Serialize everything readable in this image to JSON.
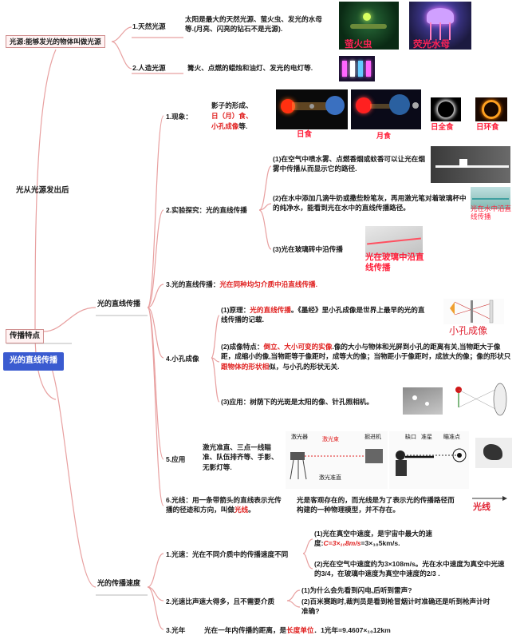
{
  "root": {
    "label": "光的直线传播"
  },
  "propagation_box": {
    "label": "传播特点"
  },
  "light_source": {
    "definition": "光源:能够发光的物体叫做光源",
    "natural": {
      "title": "1.天然光源",
      "text": "太阳是最大的天然光源、萤火虫、发光的水母等.(月亮、闪亮的钻石不是光源).",
      "img1_label": "萤火虫",
      "img2_label": "荧光水母"
    },
    "artificial": {
      "title": "2.人造光源",
      "text": "篝火、点燃的蜡烛和油灯、发光的电灯等."
    }
  },
  "travels_from_source": "光从光源发出后",
  "straight": {
    "title": "光的直线传播",
    "phenomena": {
      "title": "1.现象：",
      "line1": "影子的形成、",
      "line2": "日（月）食、",
      "line3a": "小孔成像",
      "line3b": "等.",
      "labels": [
        "日食",
        "月食",
        "日全食",
        "日环食"
      ]
    },
    "experiment": {
      "title": "2.实验探究：光的直线传播",
      "item1": "(1)在空气中喷水雾、点燃香烟或蚊香可以让光在烟雾中传播从而显示它的路径.",
      "item2": "(2)在水中添加几滴牛奶或撒些粉笔灰，再用激光笔对着玻璃杯中的纯净水，能看到光在水中的直线传播路径。",
      "item2_img_label": "光在水中沿直线传播",
      "item3": "(3)光在玻璃砖中沿传播",
      "item3_img_label": "光在玻璃中沿直线传播"
    },
    "law": {
      "prefix": "3.光的直线传播：",
      "text": "光在同种均匀介质中沿直线传播."
    },
    "pinhole": {
      "title": "4.小孔成像",
      "p1_prefix": "(1)原理：",
      "p1_red": "光的直线传播",
      "p1_rest": "。《墨经》里小孔成像是世界上最早的光的直线传播的记载.",
      "p1_img_label": "小孔成像",
      "p2_prefix": "(2)成像特点：",
      "p2_red1": "倒立、大小可变的实像",
      "p2_mid": ".像的大小与物体和光屏到小孔的距离有关,当物距大于像距，成缩小的像,当物距等于像距时，成等大的像；当物距小于像距时，成放大的像；像的形状只",
      "p2_red2": "跟物体的形状相",
      "p2_end": "似，与小孔的形状无关.",
      "p3": "(3)应用：树荫下的光斑是太阳的像、针孔照相机。"
    },
    "application": {
      "title": "5.应用",
      "text": "激光准直、三点一线瞄准、队伍排齐等、手影、无影灯等.",
      "img_labels": [
        "激光器",
        "激光束",
        "掘进机",
        "激光准直",
        "缺口",
        "准星",
        "瞄准点"
      ]
    },
    "ray": {
      "prefix": "6.光线：用一条带箭头的直线表示光传播的径迹和方向，叫做",
      "red": "光线",
      "end": "。",
      "note": "光是客观存在的，而光线是为了表示光的传播路径而构建的一种物理模型，并不存在。",
      "img_label": "光线"
    }
  },
  "speed": {
    "title": "光的传播速度",
    "s1": {
      "title": "1.光速：光在不同介质中的传播速度不同",
      "a1": "(1)光在真空中速度，是宇宙中最大的速度:",
      "a1_formula": "C=3×₁₀8m/s",
      "a1_end": "=3×₁₀5km/s.",
      "a2": "(2)光在空气中速度约为3×108m/s。光在水中速度为真空中光速的3/4，在玻璃中速度为真空中速度的2/3 ."
    },
    "s2": {
      "title": "2.光速比声速大得多，且不需要介质",
      "q1": "(1)为什么会先看到闪电,后听到雷声?",
      "q2": "(2)百米赛跑时,裁判员是看到枪冒烟计时准确还是听到枪声计时准确?"
    },
    "s3": {
      "title": "3.光年",
      "prefix": "光在一年内传播的距离，是",
      "red": "长度单位",
      "end": "．1光年=9.4607×₁₀12km"
    }
  },
  "colors": {
    "accent_red": "#e0201f",
    "root_blue": "#3a5bd0",
    "line_pink": "#e8a0a0"
  }
}
